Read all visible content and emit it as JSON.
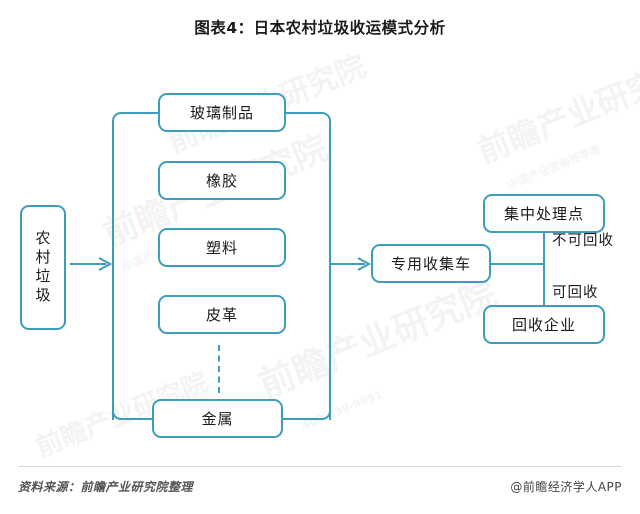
{
  "title": "图表4：日本农村垃圾收运模式分析",
  "diagram": {
    "source_node": {
      "label": "农村垃圾"
    },
    "material_nodes": [
      {
        "label": "玻璃制品"
      },
      {
        "label": "橡胶"
      },
      {
        "label": "塑料"
      },
      {
        "label": "皮革"
      },
      {
        "label": "金属"
      }
    ],
    "transport_node": {
      "label": "专用收集车"
    },
    "destination_nodes": [
      {
        "label": "集中处理点"
      },
      {
        "label": "回收企业"
      }
    ],
    "branch_labels": [
      {
        "label": "不可回收"
      },
      {
        "label": "可回收"
      }
    ],
    "colors": {
      "stroke": "#3f9cbd",
      "text": "#1b1b1b",
      "background": "#ffffff"
    }
  },
  "footer": {
    "source": "资料来源：前瞻产业研究院整理",
    "brand": "@前瞻经济学人APP"
  },
  "watermarks": {
    "main": "前瞻产业研究院",
    "sub": "中国产业咨询领导者",
    "phone": "400-639-9991"
  }
}
